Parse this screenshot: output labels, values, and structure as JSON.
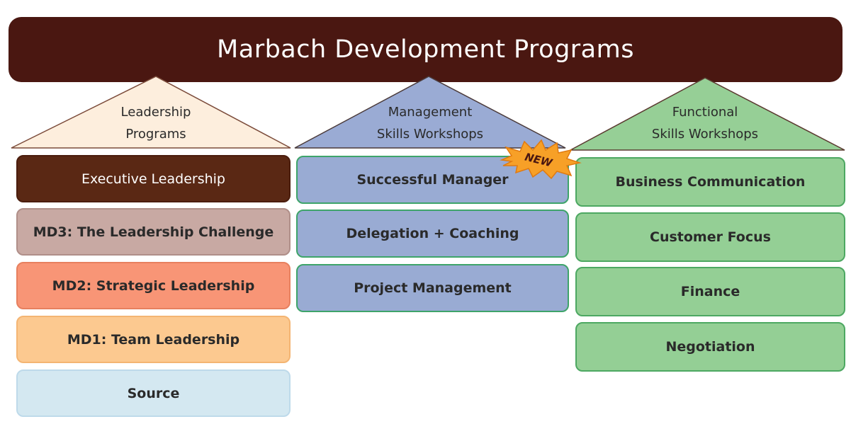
{
  "title": "Marbach Development Programs",
  "columns": [
    {
      "heading_line1": "Leadership",
      "heading_line2": "Programs",
      "color": "#fdeedd",
      "items": [
        "Executive Leadership",
        "MD3: The Leadership Challenge",
        "MD2: Strategic Leadership",
        "MD1: Team Leadership",
        "Source"
      ]
    },
    {
      "heading_line1": "Management",
      "heading_line2": "Skills Workshops",
      "color": "#9aabd4",
      "items": [
        "Successful Manager",
        "Delegation + Coaching",
        "Project Management"
      ]
    },
    {
      "heading_line1": "Functional",
      "heading_line2": "Skills Workshops",
      "color": "#96cf96",
      "items": [
        "Business Communication",
        "Customer Focus",
        "Finance",
        "Negotiation"
      ]
    }
  ],
  "new_badge": "NEW",
  "colors": {
    "banner": "#4a1711",
    "executive": "#5a2814",
    "md3": "#c8a9a3",
    "md2": "#f89576",
    "md1": "#fcc990",
    "source": "#d4e8f1",
    "new_burst": "#f7a027"
  }
}
